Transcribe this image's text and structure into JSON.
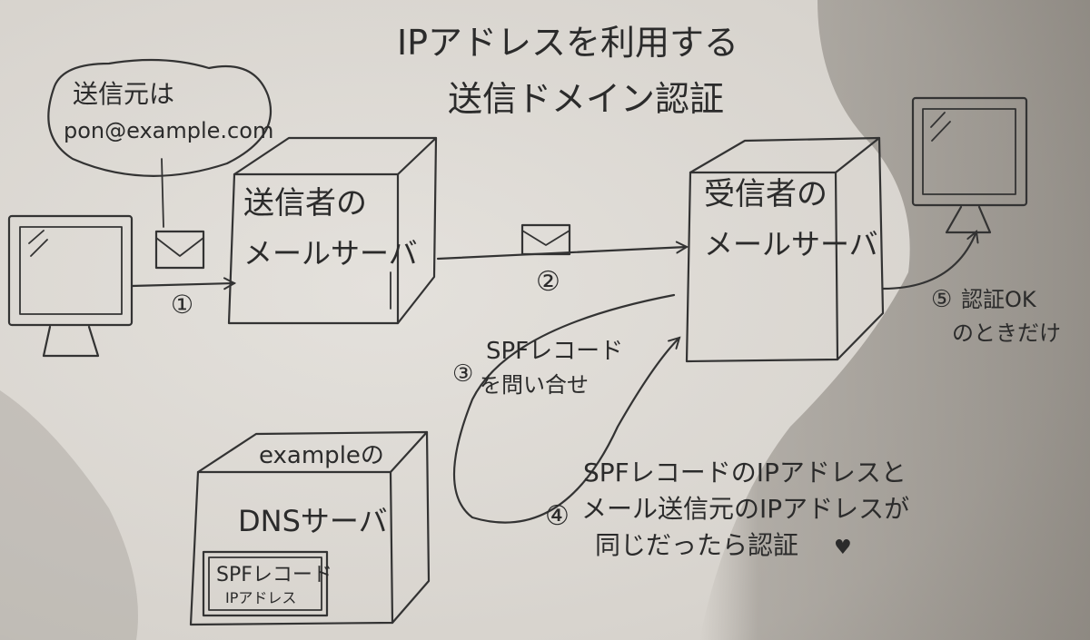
{
  "title": {
    "line1": "IPアドレスを利用する",
    "line2": "送信ドメイン認証"
  },
  "sender_bubble": {
    "line1": "送信元は",
    "line2": "pon@example.com"
  },
  "sender_server": {
    "line1": "送信者の",
    "line2": "メールサーバ"
  },
  "receiver_server": {
    "line1": "受信者の",
    "line2": "メールサーバ"
  },
  "dns_server": {
    "line1": "exampleの",
    "line2": "DNSサーバ",
    "record_label": "SPFレコード",
    "record_sub": "IPアドレス"
  },
  "steps": {
    "step1": "①",
    "step2": "②",
    "step3_num": "③",
    "step3_line1": "SPFレコード",
    "step3_line2": "を問い合せ",
    "step4_num": "④",
    "step4_line1": "SPFレコードのIPアドレスと",
    "step4_line2": "メール送信元のIPアドレスが",
    "step4_line3": "同じだったら認証",
    "step4_heart": "♥",
    "step5_num": "⑤",
    "step5_line1": "認証OK",
    "step5_line2": "のときだけ"
  },
  "icons": {
    "sender_pc": "monitor-icon",
    "receiver_pc": "monitor-icon",
    "envelope": "envelope-icon"
  },
  "colors": {
    "paper": "#d9d6d1",
    "ink": "#2b2b2b",
    "shadow": "#8f8a83"
  }
}
